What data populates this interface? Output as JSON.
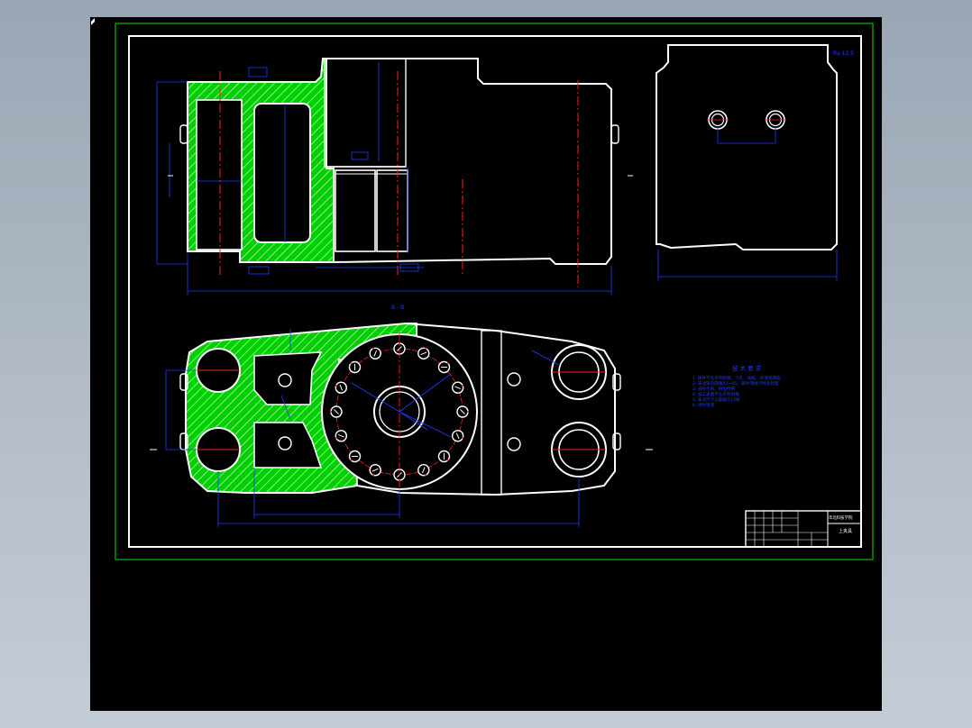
{
  "drawing": {
    "section_label": "B - B",
    "tech_requirements_title": "技 术 要 求",
    "tech_requirements": [
      "1. 铸件不允许有砂眼、气孔、缩松、夹渣等缺陷",
      "2. 未注铸造圆角R3~R5，铸件须进行时效处理",
      "3. 去除毛刺，锐边倒钝",
      "4. 加工表面不允许有划痕",
      "5. 未注尺寸公差按IT12级",
      "6. 涂防锈漆"
    ],
    "title_block": {
      "school": "华北科技学院",
      "part_name": "上夹具"
    },
    "surface_note": "Ra 12.5",
    "hatch_color": "#00e000",
    "outline_color": "#ffffff",
    "dimension_color": "#1e3cff",
    "centerline_color": "#ff2020",
    "frame_color": "#00c000"
  }
}
